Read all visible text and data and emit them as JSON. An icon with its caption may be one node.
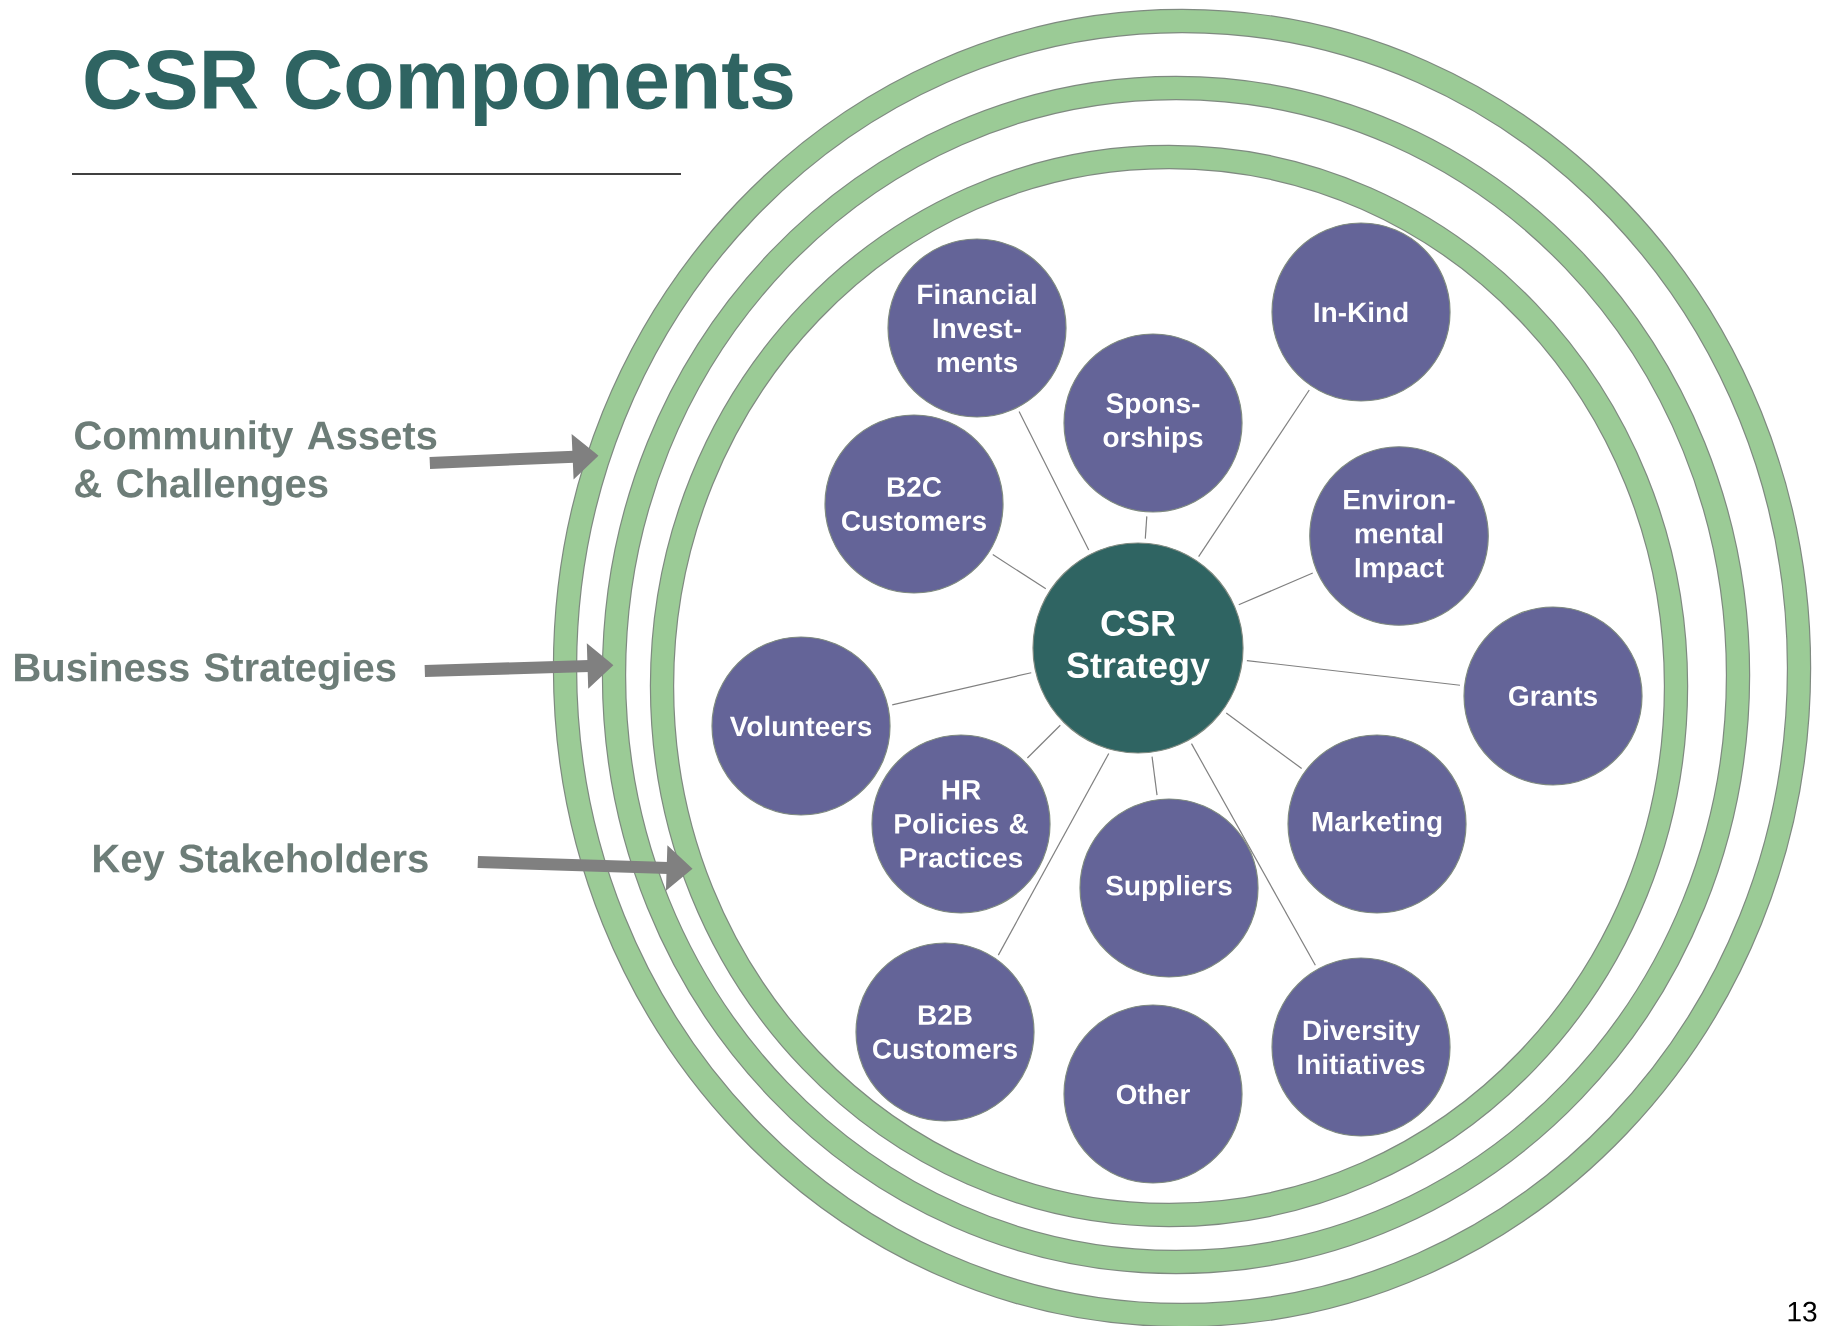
{
  "diagram": {
    "title": "CSR Components",
    "nodes": [
      {
        "text": [
          "Community Assets & Challenges"
        ]
      },
      {
        "text": [
          "Business Strategies"
        ]
      },
      {
        "text": [
          "Key Stakeholders"
        ]
      },
      {
        "text": [],
        "shape": "circle"
      },
      {
        "text": [],
        "shape": "circle",
        "in": 3
      },
      {
        "text": [],
        "shape": "circle",
        "in": 4
      },
      {
        "text": [
          "Financial Invest-ments"
        ],
        "in": 5
      },
      {
        "text": [
          "In-Kind"
        ],
        "in": 5
      },
      {
        "text": [
          "Spons-orships"
        ],
        "in": 5
      },
      {
        "text": [
          "B2C Customers"
        ],
        "in": 5
      },
      {
        "text": [
          "Environ-mental Impact"
        ],
        "in": 5
      },
      {
        "text": [
          "CSR Strategy"
        ],
        "in": 5
      },
      {
        "text": [
          "Grants"
        ],
        "in": 5
      },
      {
        "text": [
          "Volunteers"
        ],
        "in": 5
      },
      {
        "text": [
          "HR Policies & Practices"
        ],
        "in": 5
      },
      {
        "text": [
          "Marketing"
        ],
        "in": 5
      },
      {
        "text": [
          "Suppliers"
        ],
        "in": 5
      },
      {
        "text": [
          "B2B Customers"
        ],
        "in": 5
      },
      {
        "text": [
          "Diversity Initiatives"
        ],
        "in": 5
      },
      {
        "text": [
          "Other"
        ],
        "in": 5
      }
    ],
    "edges": [
      {
        "from": 0,
        "to": 3,
        "arrow": "to",
        "style": "thick"
      },
      {
        "from": 1,
        "to": 4,
        "arrow": "to",
        "style": "thick"
      },
      {
        "from": 2,
        "to": 5,
        "arrow": "to",
        "style": "thick"
      },
      {
        "from": 11,
        "to": 6,
        "arrow": "none"
      },
      {
        "from": 11,
        "to": 7,
        "arrow": "none"
      },
      {
        "from": 11,
        "to": 8,
        "arrow": "none"
      },
      {
        "from": 11,
        "to": 9,
        "arrow": "none"
      },
      {
        "from": 11,
        "to": 10,
        "arrow": "none"
      },
      {
        "from": 11,
        "to": 12,
        "arrow": "none"
      },
      {
        "from": 11,
        "to": 13,
        "arrow": "none"
      },
      {
        "from": 11,
        "to": 14,
        "arrow": "none"
      },
      {
        "from": 11,
        "to": 15,
        "arrow": "none"
      },
      {
        "from": 11,
        "to": 16,
        "arrow": "none"
      },
      {
        "from": 11,
        "to": 17,
        "arrow": "none"
      },
      {
        "from": 11,
        "to": 18,
        "arrow": "none"
      }
    ],
    "labels": [
      "13"
    ]
  }
}
